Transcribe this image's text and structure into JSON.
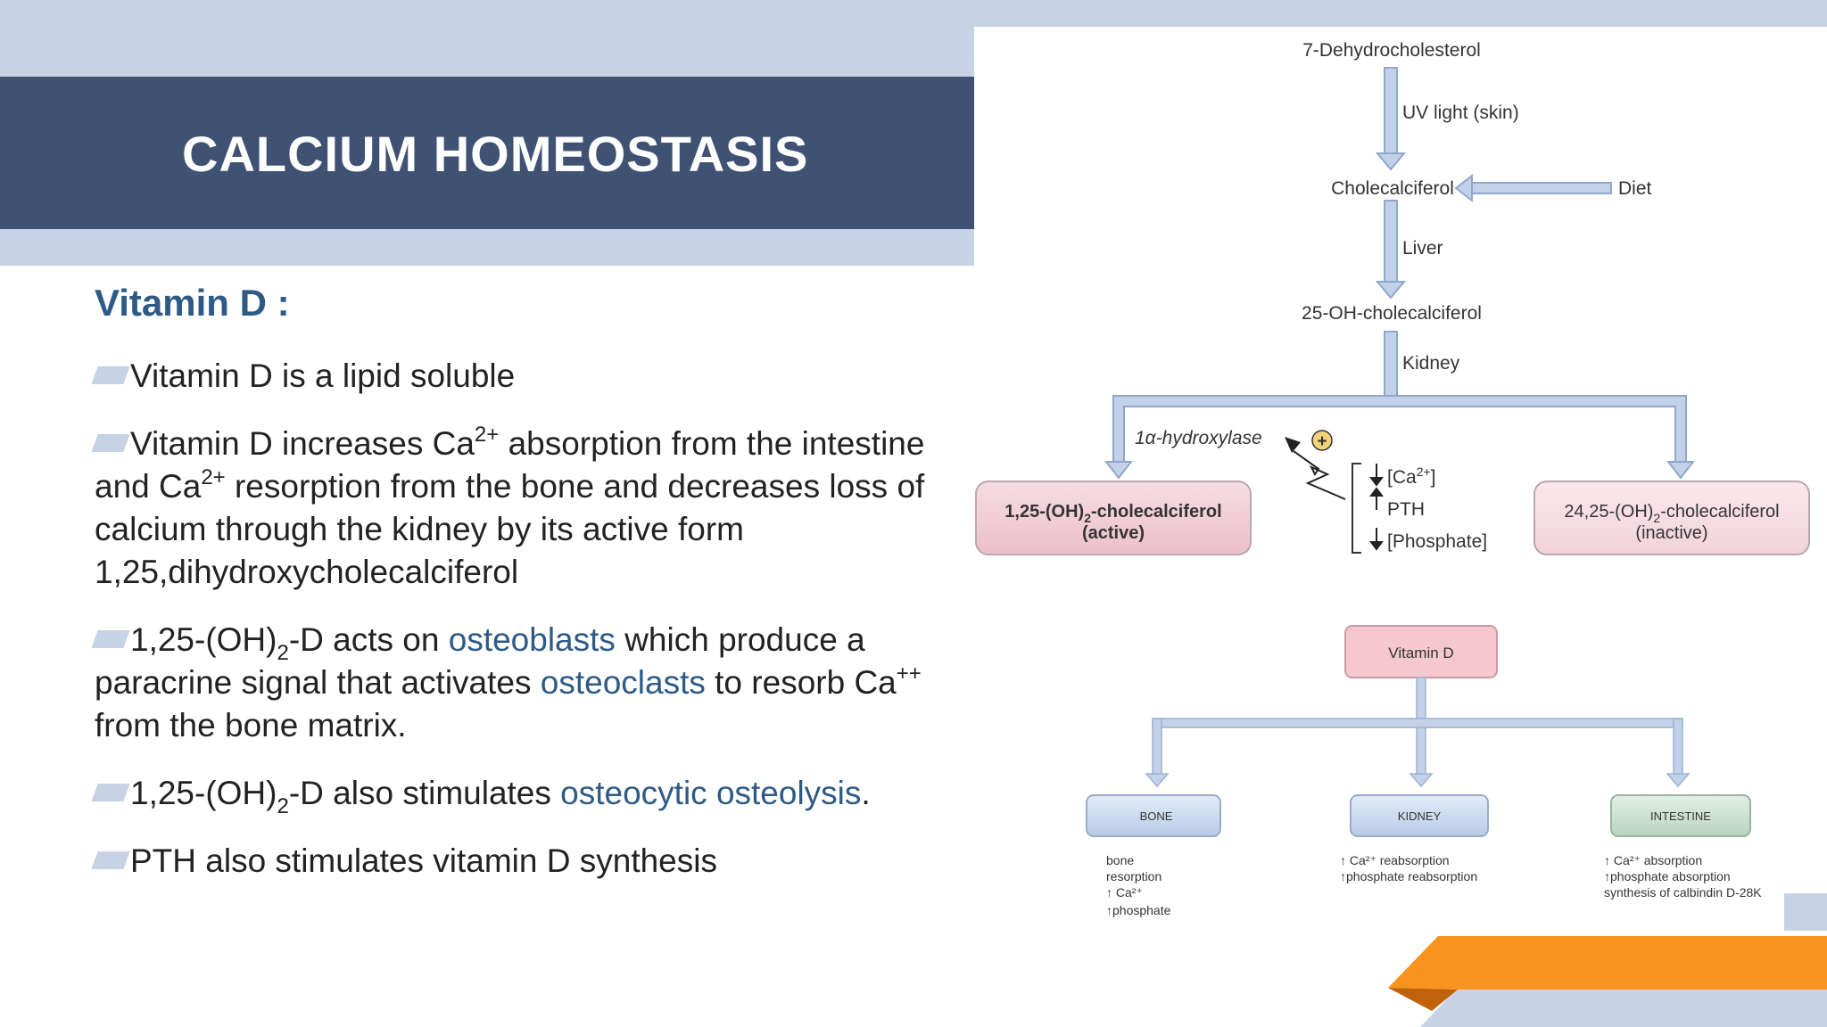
{
  "title": "CALCIUM HOMEOSTASIS",
  "subtitle": "Vitamin D :",
  "bullets": [
    {
      "text": "Vitamin D is a lipid soluble"
    },
    {
      "a": "Vitamin D increases Ca",
      "a_sup": "2+",
      "b": " absorption from the intestine and Ca",
      "b_sup": "2+",
      "c": " resorption from the bone and decreases loss of calcium through the kidney by its active form 1,25,dihydroxycholecalciferol"
    },
    {
      "a": "1,25-(OH)",
      "a_sub": "2",
      "b": "-D acts on ",
      "hl1": "osteoblasts",
      "c": " which produce a paracrine signal that activates ",
      "hl2": "osteoclasts",
      "d": " to resorb Ca",
      "d_sup": "++",
      "e": " from the bone matrix."
    },
    {
      "a": "1,25-(OH)",
      "a_sub": "2",
      "b": "-D also stimulates ",
      "hl": "osteocytic osteolysis",
      "c": "."
    },
    {
      "text": "PTH also stimulates vitamin D synthesis"
    }
  ],
  "diagram": {
    "dehydro": "7-Dehydrocholesterol",
    "uv": "UV light (skin)",
    "cholecalciferol": "Cholecalciferol",
    "diet": "Diet",
    "liver": "Liver",
    "oh25": "25-OH-cholecalciferol",
    "kidney": "Kidney",
    "hydroxylase": "1α-hydroxylase",
    "plus": "+",
    "active_a": "1,25-(OH)",
    "active_sub": "2",
    "active_b": "-cholecalciferol",
    "active_c": "(active)",
    "inactive_a": "24,25-(OH)",
    "inactive_sub": "2",
    "inactive_b": "-cholecalciferol",
    "inactive_c": "(inactive)",
    "reg1_a": "[Ca",
    "reg1_sup": "2+",
    "reg1_b": "]",
    "reg2": "PTH",
    "reg3": "[Phosphate]",
    "vitd": "Vitamin D",
    "bone": "BONE",
    "kidney_box": "KIDNEY",
    "intestine": "INTESTINE",
    "bone_lines": [
      "bone",
      "resorption",
      "↑ Ca²⁺",
      "↑phosphate"
    ],
    "kidney_lines": [
      "↑ Ca²⁺ reabsorption",
      "↑phosphate reabsorption"
    ],
    "intestine_lines": [
      "↑ Ca²⁺ absorption",
      "↑phosphate absorption",
      "synthesis of calbindin D-28K"
    ]
  },
  "colors": {
    "title_bar": "#405274",
    "light_band": "#c7d3e4",
    "accent_orange": "#f7941d",
    "highlight_text": "#2e5a86",
    "diagram_arrow": "#c3d1e8"
  }
}
